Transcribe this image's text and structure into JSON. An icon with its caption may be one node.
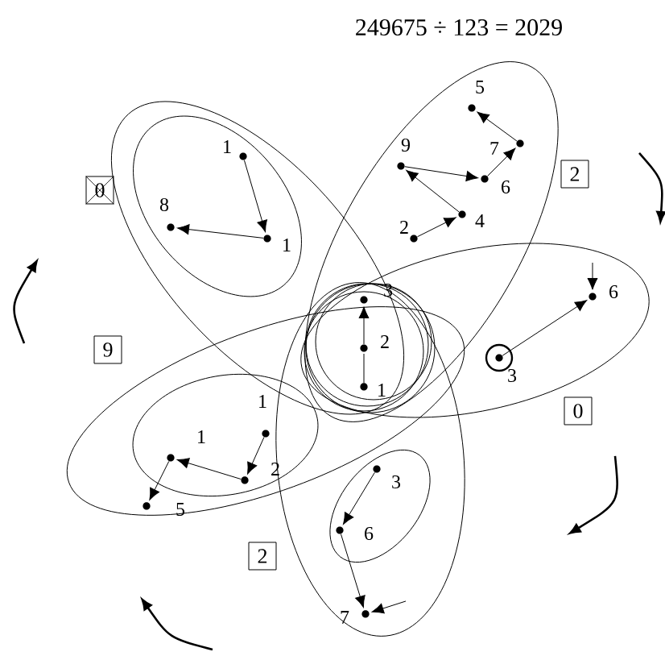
{
  "diagram": {
    "title": "249675 ÷ 123 = 2029",
    "nodes": [
      {
        "text": [],
        "shape": "circle",
        "beside": [
          "1"
        ]
      },
      {
        "text": [],
        "shape": "circle",
        "beside": [
          "8"
        ]
      },
      {
        "text": [],
        "shape": "circle",
        "beside": [
          "1"
        ]
      },
      {
        "text": [],
        "shape": "circle",
        "beside": [
          "5"
        ]
      },
      {
        "text": [],
        "shape": "circle",
        "beside": [
          "7"
        ]
      },
      {
        "text": [],
        "shape": "circle",
        "beside": [
          "9"
        ]
      },
      {
        "text": [],
        "shape": "circle",
        "beside": [
          "6"
        ]
      },
      {
        "text": [],
        "shape": "circle",
        "beside": [
          "2"
        ]
      },
      {
        "text": [],
        "shape": "circle",
        "beside": [
          "4"
        ]
      },
      {
        "text": [],
        "shape": "circle",
        "beside": [
          "3"
        ]
      },
      {
        "text": [],
        "shape": "circle",
        "beside": [
          "2"
        ]
      },
      {
        "text": [],
        "shape": "circle",
        "beside": [
          "1"
        ]
      },
      {
        "text": [],
        "shape": "circle",
        "beside": [
          "6"
        ]
      },
      {
        "text": [],
        "shape": "circle",
        "beside": [
          "3"
        ]
      },
      {
        "text": [],
        "shape": "circle",
        "beside": [
          "1"
        ]
      },
      {
        "text": [],
        "shape": "circle",
        "beside": [
          "1"
        ]
      },
      {
        "text": [],
        "shape": "circle",
        "beside": [
          "2"
        ]
      },
      {
        "text": [],
        "shape": "circle",
        "beside": [
          "5"
        ]
      },
      {
        "text": [],
        "shape": "circle",
        "beside": [
          "3"
        ]
      },
      {
        "text": [],
        "shape": "circle",
        "beside": [
          "6"
        ]
      },
      {
        "text": [],
        "shape": "circle",
        "beside": [
          "7"
        ]
      }
    ],
    "edges": [
      {
        "from": 0,
        "to": 2,
        "arrow": "to"
      },
      {
        "from": 2,
        "to": 1,
        "arrow": "to"
      },
      {
        "from": 7,
        "to": 8,
        "arrow": "to"
      },
      {
        "from": 8,
        "to": 5,
        "arrow": "to"
      },
      {
        "from": 5,
        "to": 6,
        "arrow": "to"
      },
      {
        "from": 6,
        "to": 4,
        "arrow": "to"
      },
      {
        "from": 4,
        "to": 3,
        "arrow": "to"
      },
      {
        "from": 11,
        "to": 10,
        "arrow": "none"
      },
      {
        "from": 10,
        "to": 9,
        "arrow": "to"
      },
      {
        "from": 13,
        "to": 12,
        "arrow": "to"
      },
      {
        "from": null,
        "to": 12,
        "arrow": "to"
      },
      {
        "from": 14,
        "to": 16,
        "arrow": "to"
      },
      {
        "from": 16,
        "to": 15,
        "arrow": "to"
      },
      {
        "from": 15,
        "to": 17,
        "arrow": "to"
      },
      {
        "from": 18,
        "to": 19,
        "arrow": "to"
      },
      {
        "from": 19,
        "to": 20,
        "arrow": "to"
      },
      {
        "from": null,
        "to": 20,
        "arrow": "to"
      }
    ],
    "labels": [
      "2",
      "0",
      "9",
      "0",
      "2"
    ]
  }
}
